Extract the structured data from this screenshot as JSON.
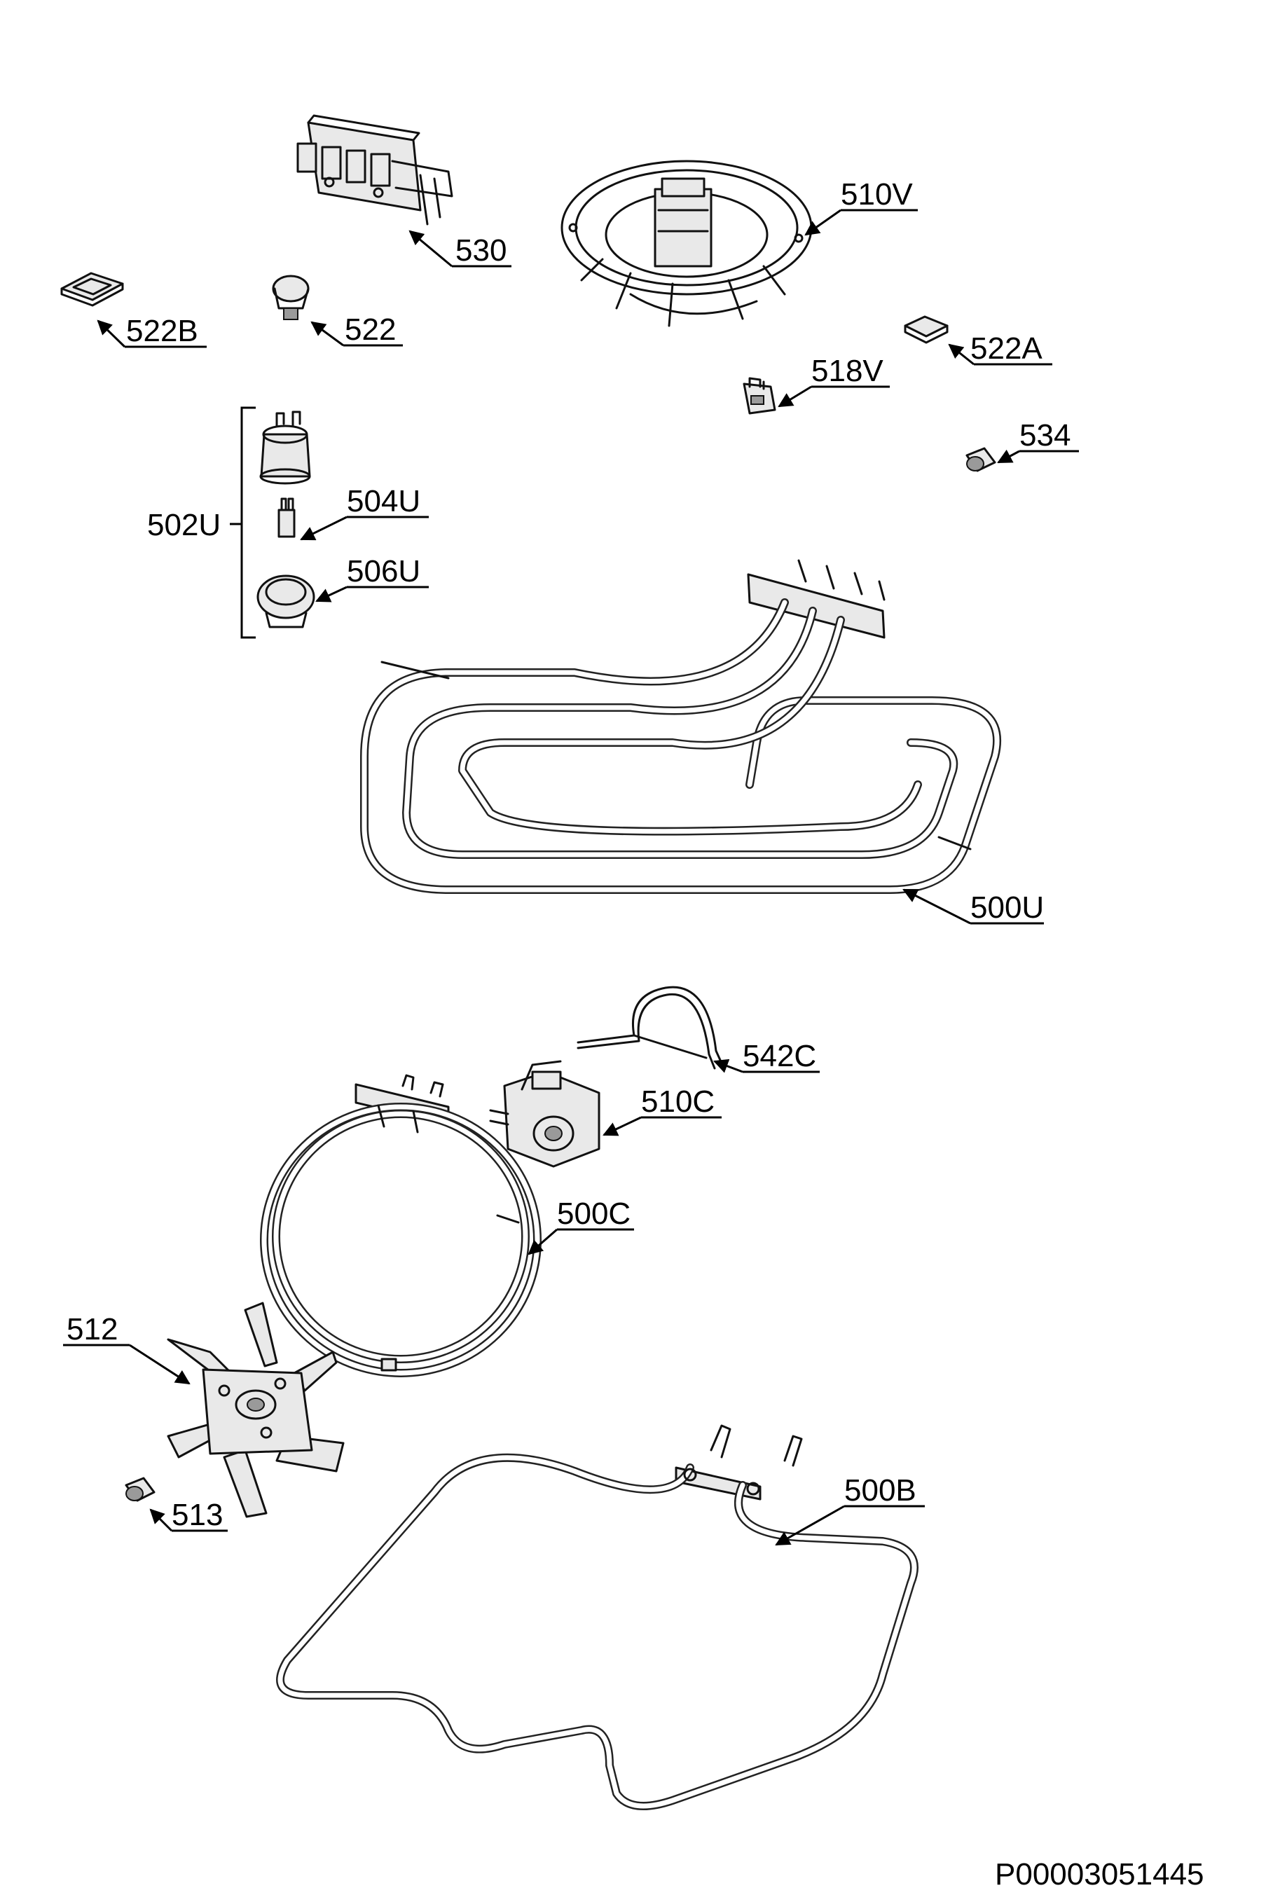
{
  "callouts": {
    "c530": "530",
    "c510V": "510V",
    "c522B": "522B",
    "c522": "522",
    "c522A": "522A",
    "c518V": "518V",
    "c534": "534",
    "c502U": "502U",
    "c504U": "504U",
    "c506U": "506U",
    "c500U": "500U",
    "c542C": "542C",
    "c510C": "510C",
    "c500C": "500C",
    "c512": "512",
    "c513": "513",
    "c500B": "500B"
  },
  "reference_code": "P00003051445"
}
